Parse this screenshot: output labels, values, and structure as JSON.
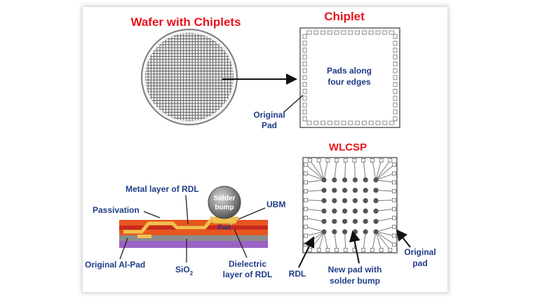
{
  "titles": {
    "wafer": "Wafer with Chiplets",
    "chiplet": "Chiplet",
    "wlcsp": "WLCSP"
  },
  "chiplet_labels": {
    "pads_line1": "Pads along",
    "pads_line2": "four edges",
    "original_line1": "Original",
    "original_line2": "Pad"
  },
  "rdl_labels": {
    "metal_layer": "Metal layer of RDL",
    "passivation": "Passivation",
    "solder_line1": "Solder",
    "solder_line2": "bump",
    "ubm": "UBM",
    "pad": "Pad",
    "original_al_pad": "Original Al-Pad",
    "sio2_main": "SiO",
    "sio2_sub": "2",
    "dielectric_line1": "Dielectric",
    "dielectric_line2": "layer of RDL"
  },
  "wlcsp_labels": {
    "rdl": "RDL",
    "new_pad_line1": "New pad with",
    "new_pad_line2": "solder bump",
    "original_line1": "Original",
    "original_line2": "pad"
  },
  "colors": {
    "title_red": "#e8141b",
    "label_blue": "#1f3c88",
    "orange": "#e8561f",
    "red_band": "#d32a1e",
    "gold": "#f2c14e",
    "purple": "#9b63c4",
    "gray": "#7f7f7f"
  }
}
